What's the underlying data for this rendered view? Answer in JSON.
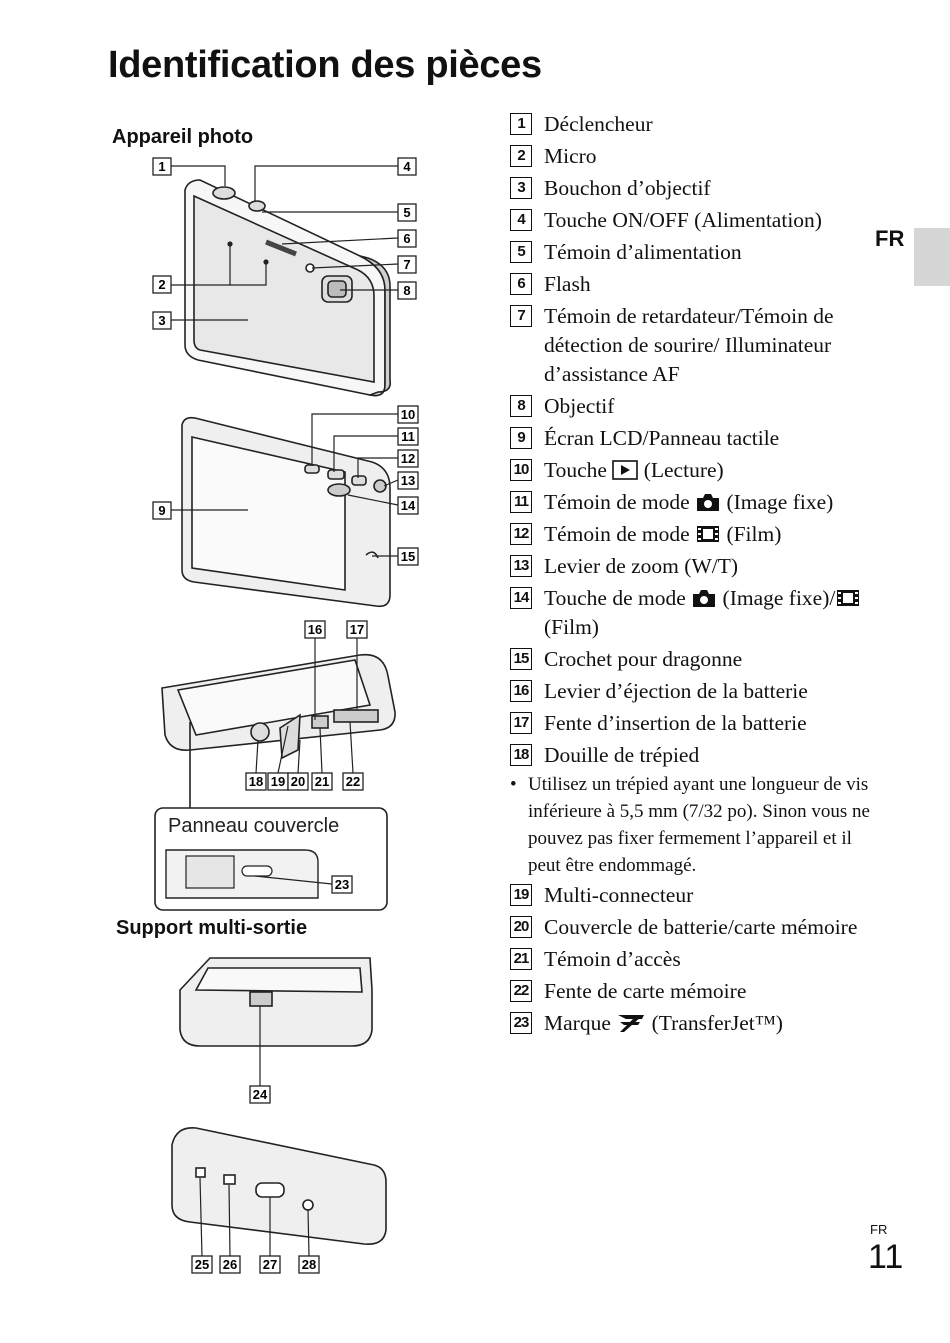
{
  "page": {
    "title": "Identification des pièces",
    "section_camera": "Appareil photo",
    "section_dock": "Support multi-sortie",
    "lang_tab": "FR",
    "footer_lang": "FR",
    "page_number": "11"
  },
  "figure": {
    "cover_panel_label": "Panneau couvercle",
    "callouts": [
      "1",
      "2",
      "3",
      "4",
      "5",
      "6",
      "7",
      "8",
      "9",
      "10",
      "11",
      "12",
      "13",
      "14",
      "15",
      "16",
      "17",
      "18",
      "19",
      "20",
      "21",
      "22",
      "23",
      "24",
      "25",
      "26",
      "27",
      "28"
    ]
  },
  "legend": {
    "items": [
      {
        "num": "1",
        "text": "Déclencheur"
      },
      {
        "num": "2",
        "text": "Micro"
      },
      {
        "num": "3",
        "text": "Bouchon d’objectif"
      },
      {
        "num": "4",
        "text": "Touche ON/OFF (Alimentation)"
      },
      {
        "num": "5",
        "text": "Témoin d’alimentation"
      },
      {
        "num": "6",
        "text": "Flash"
      },
      {
        "num": "7",
        "text": "Témoin de retardateur/Témoin de détection de sourire/ Illuminateur d’assistance AF"
      },
      {
        "num": "8",
        "text": "Objectif"
      },
      {
        "num": "9",
        "text": "Écran LCD/Panneau tactile"
      },
      {
        "num": "10",
        "pre": "Touche",
        "post": "(Lecture)"
      },
      {
        "num": "11",
        "pre": "Témoin de mode",
        "post": "(Image fixe)"
      },
      {
        "num": "12",
        "pre": "Témoin de mode",
        "post": "(Film)"
      },
      {
        "num": "13",
        "text": "Levier de zoom (W/T)"
      },
      {
        "num": "14",
        "pre": "Touche de mode",
        "mid": "(Image fixe)/",
        "post": "(Film)"
      },
      {
        "num": "15",
        "text": "Crochet pour dragonne"
      },
      {
        "num": "16",
        "text": "Levier d’éjection de la batterie"
      },
      {
        "num": "17",
        "text": "Fente d’insertion de la batterie"
      },
      {
        "num": "18",
        "text": "Douille de trépied"
      },
      {
        "num": "19",
        "text": "Multi-connecteur"
      },
      {
        "num": "20",
        "text": "Couvercle de batterie/carte mémoire"
      },
      {
        "num": "21",
        "text": "Témoin d’accès"
      },
      {
        "num": "22",
        "text": "Fente de carte mémoire"
      },
      {
        "num": "23",
        "pre": "Marque",
        "post": "(TransferJet™)"
      }
    ],
    "note_18": "Utilisez un trépied ayant une longueur de vis inférieure à 5,5 mm (7/32 po). Sinon vous ne pouvez pas fixer fermement l’appareil et il peut être endommagé.",
    "bullet": "•"
  },
  "icons": [
    "play-icon",
    "camera-icon",
    "film-icon",
    "transferjet-icon"
  ]
}
